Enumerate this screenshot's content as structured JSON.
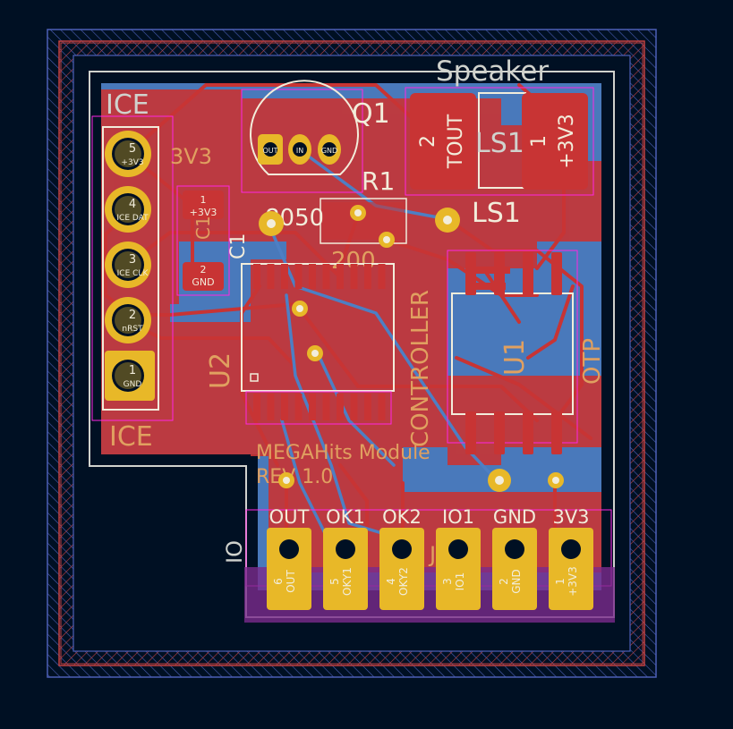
{
  "colors": {
    "background": "#001023",
    "copper_front": "#c83434",
    "copper_back": "#4d7fc4",
    "pad_gold": "#e8b828",
    "silk_front": "#f2eddb",
    "silk_back": "#e0a060",
    "courtyard": "#ff26e2",
    "edge": "#d0d2cd",
    "hatch_red": "#c24040",
    "hatch_blue": "#4c5fb6",
    "connector_bar": "#7a2a8c"
  },
  "labels": {
    "speaker": "Speaker",
    "ice_top": "ICE",
    "ice_bottom": "ICE",
    "q1": "Q1",
    "r1": "R1",
    "ls1_top": "LS1",
    "ls1_bottom": "LS1",
    "c1": "C1",
    "c1_back": "C1",
    "u2": "U2",
    "u1": "U1",
    "otp": "OTP",
    "controller": "CONTROLLER",
    "q1_part": "8050",
    "r1_part": "200",
    "module_name": "MEGAHits Module",
    "rev": "REV 1.0",
    "io": "IO",
    "j1": "J1",
    "ice_3v3": "3V3",
    "tout": "TOUT",
    "ls1_3v3": "+3V3",
    "ls1_pad2": "2",
    "ls1_pad1": "1",
    "c1_pad1_num": "1",
    "c1_pad1_net": "+3V3",
    "c1_pad2_num": "2",
    "c1_pad2_net": "GND",
    "q1_pin1": "OUT",
    "q1_pin2": "IN",
    "q1_pin3": "GND"
  },
  "ice_pins": [
    {
      "num": "5",
      "net": "+3V3"
    },
    {
      "num": "4",
      "net": "ICE DAT"
    },
    {
      "num": "3",
      "net": "ICE CLK"
    },
    {
      "num": "2",
      "net": "nRST"
    },
    {
      "num": "1",
      "net": "GND"
    }
  ],
  "io_pins": [
    {
      "label": "OUT",
      "num": "6",
      "net": "OUT"
    },
    {
      "label": "OK1",
      "num": "5",
      "net": "OKY1"
    },
    {
      "label": "OK2",
      "num": "4",
      "net": "OKY2"
    },
    {
      "label": "IO1",
      "num": "3",
      "net": "IO1"
    },
    {
      "label": "GND",
      "num": "2",
      "net": "GND"
    },
    {
      "label": "3V3",
      "num": "1",
      "net": "+3V3"
    }
  ]
}
